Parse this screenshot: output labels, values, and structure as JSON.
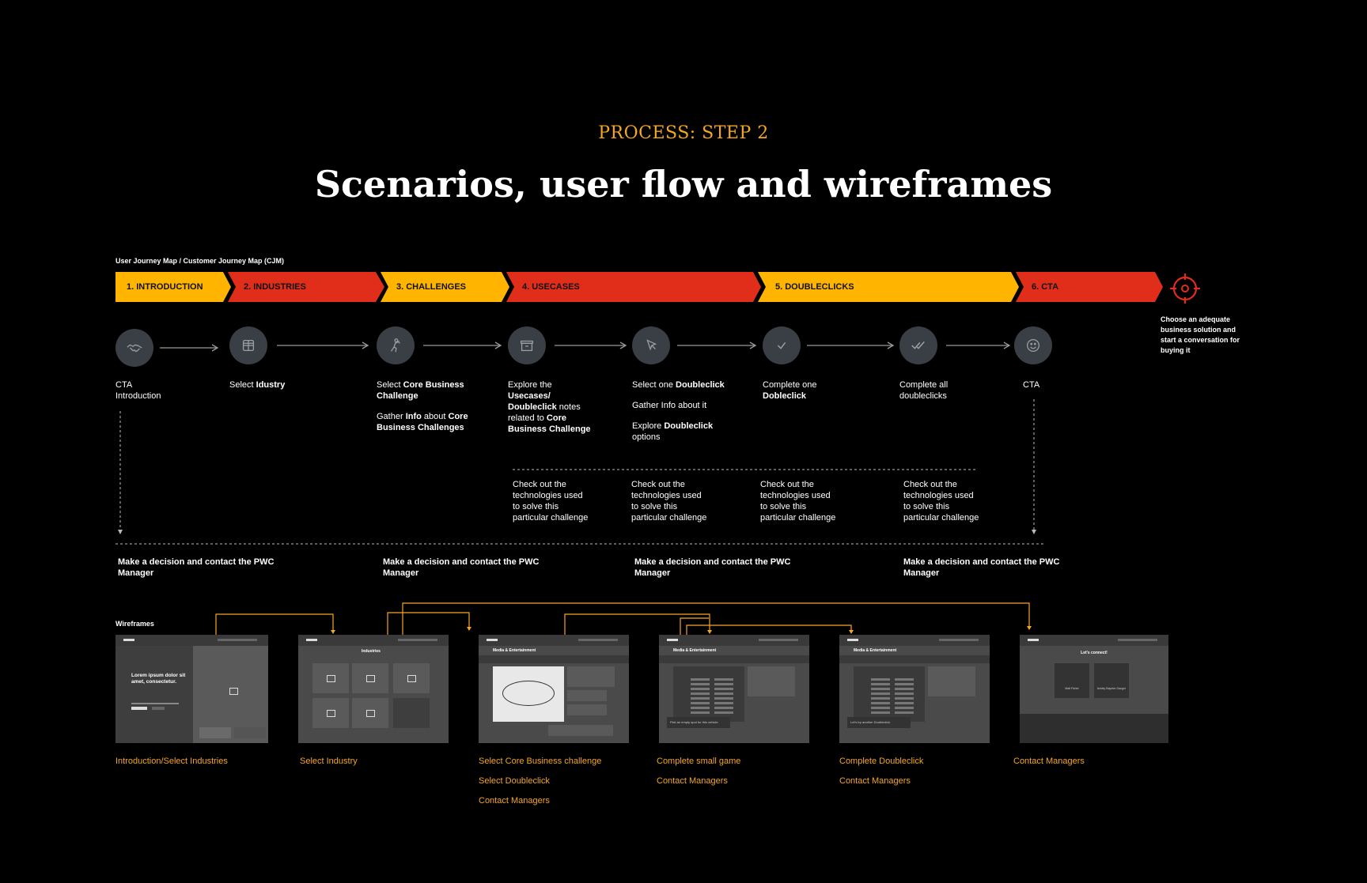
{
  "header": {
    "eyebrow": "PROCESS: STEP 2",
    "title": "Scenarios, user flow and wireframes"
  },
  "journey": {
    "label": "User Journey Map / Customer Journey Map (CJM)",
    "stages": [
      {
        "label": "1. INTRODUCTION",
        "color": "#FFB400"
      },
      {
        "label": "2. INDUSTRIES",
        "color": "#E02E1B"
      },
      {
        "label": "3. CHALLENGES",
        "color": "#FFB400"
      },
      {
        "label": "4. USECASES",
        "color": "#E02E1B"
      },
      {
        "label": "5. DOUBLECLICKS",
        "color": "#FFB400"
      },
      {
        "label": "6. CTA",
        "color": "#E02E1B"
      }
    ],
    "goal": "Choose an adequate business solution  and start a conversation for buying it",
    "goal_icon": "target-icon"
  },
  "steps": [
    {
      "icon": "handshake-icon",
      "lines": [
        "CTA",
        "Introduction"
      ]
    },
    {
      "icon": "grid-icon",
      "pre": "Select ",
      "bold": "Idustry"
    },
    {
      "icon": "person-icon",
      "p1": {
        "pre": "Select ",
        "bold": "Core Business Challenge"
      },
      "p2": {
        "pre": "Gather ",
        "bold1": "Info",
        "mid": " about ",
        "bold2": "Core Business Challenges"
      }
    },
    {
      "icon": "box-icon",
      "p1": {
        "pre": "Explore the ",
        "bold1": "Usecases/ Doubleclick",
        "mid": "  notes related to ",
        "bold2": "Core Business Challenge"
      }
    },
    {
      "icon": "cursor-icon",
      "p1": {
        "pre": "Select one ",
        "bold": "Doubleclick"
      },
      "p2": {
        "text": "Gather Info about it"
      },
      "p3": {
        "pre": "Explore ",
        "bold": "Doubleclick",
        "post": " options"
      }
    },
    {
      "icon": "check-icon",
      "p1": {
        "pre": "Complete one ",
        "bold": "Dobleclick"
      }
    },
    {
      "icon": "double-check-icon",
      "lines": [
        "Complete all",
        "doubleclicks"
      ]
    },
    {
      "icon": "smile-icon",
      "lines": [
        "CTA"
      ]
    }
  ],
  "tech_note": "Check out the technologies used to solve this particular challenge",
  "decision": "Make a decision and  contact the PWC Manager",
  "wireframes": {
    "label": "Wireframes",
    "hero_text": "Lorem ipsum dolor sit amet, consectetur.",
    "industries_title": "Industries",
    "media_title": "Media & Entertainment",
    "connect_title": "Let's connect!",
    "game_prompt": "Pick an empty spot for this vehicle.",
    "double_prompt": "Let's try another Doubleclick",
    "manager_1": "Matt Fisher",
    "manager_2": "Ashley Baynter-Gauger",
    "captions": [
      [
        "Introduction/Select Industries"
      ],
      [
        "Select Industry"
      ],
      [
        "Select Core Business challenge",
        "Select Doubleclick",
        "Contact Managers"
      ],
      [
        "Complete small game",
        "Contact Managers"
      ],
      [
        "Complete Doubleclick",
        "Contact Managers"
      ],
      [
        "Contact Managers"
      ]
    ]
  },
  "colors": {
    "accent_yellow": "#FFB400",
    "accent_red": "#E02E1B",
    "connector": "#F5A623"
  }
}
